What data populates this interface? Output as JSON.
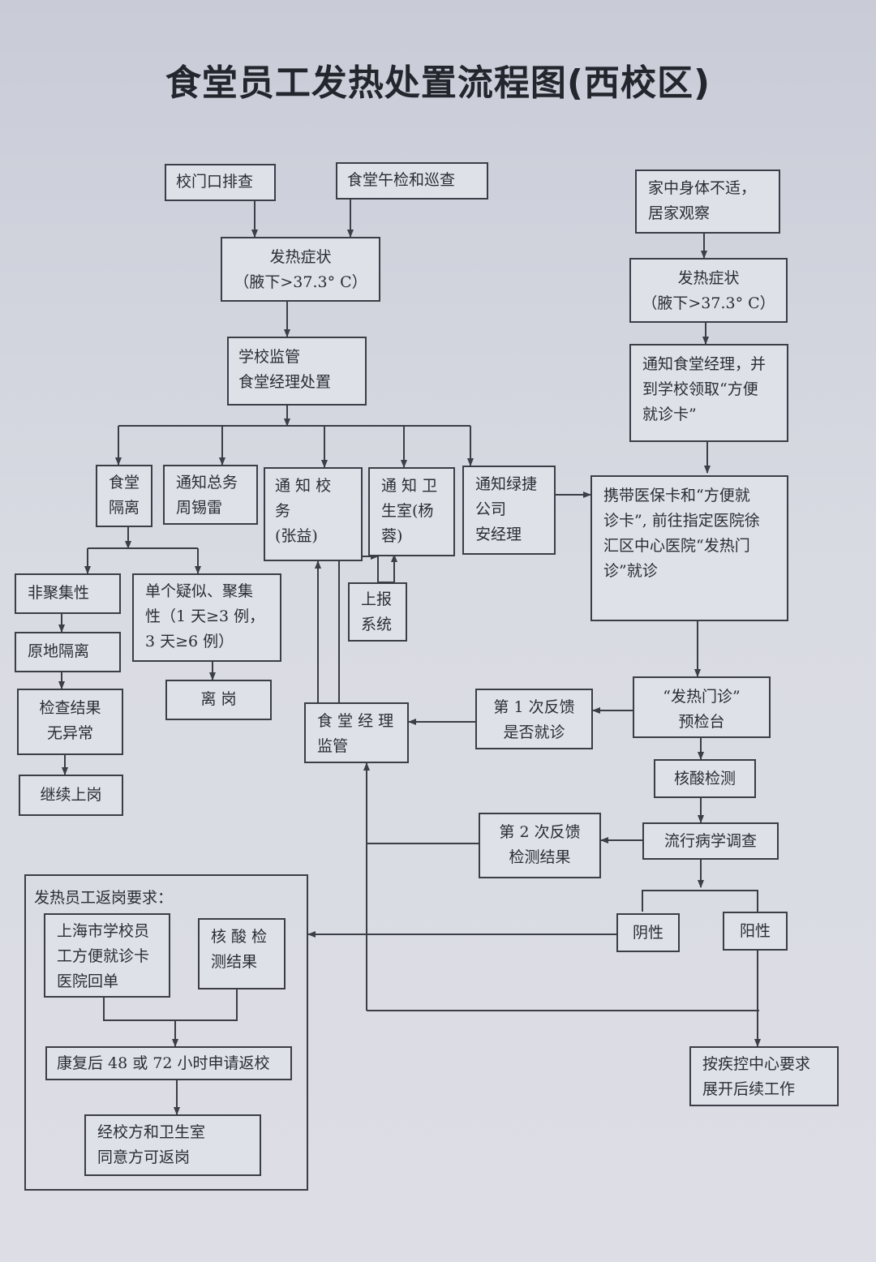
{
  "title": "食堂员工发热处置流程图(西校区)",
  "nodes": {
    "gate_check": "校门口排查",
    "noon_check": "食堂午检和巡查",
    "fever_left": "发热症状\n（腋下>37.3°  C）",
    "school_supervision": "学校监管\n食堂经理处置",
    "canteen_isolation": "食堂\n隔离",
    "notify_general": "通知总务\n周锡雷",
    "notify_affairs": "通 知 校 务\n(张益)",
    "notify_clinic": "通 知 卫\n生室(杨\n蓉)",
    "report_system": "上报\n系统",
    "notify_lvjie": "通知绿捷\n公司\n安经理",
    "non_cluster": "非聚集性",
    "cluster": "单个疑似、聚集\n性（1 天≥3 例，\n3 天≥6 例）",
    "isolate_in_place": "原地隔离",
    "leave_post": "离   岗",
    "result_normal": "检查结果\n无异常",
    "continue_work": "继续上岗",
    "home_unwell": "家中身体不适，\n居家观察",
    "fever_right": "发热症状\n（腋下>37.3°  C）",
    "notify_manager": "通知食堂经理，并\n到学校领取“方便\n就诊卡”",
    "go_hospital": "携带医保卡和“方便就\n诊卡”, 前往指定医院徐\n汇区中心医院“发热门\n诊”就诊",
    "fever_clinic": "“发热门诊”\n预检台",
    "feedback1": "第 1 次反馈\n是否就诊",
    "canteen_manager": "食 堂 经 理\n监管",
    "nucleic_test": "核酸检测",
    "epidemiology": "流行病学调查",
    "feedback2": "第 2 次反馈\n检测结果",
    "negative": "阴性",
    "positive": "阳性",
    "cdc_followup": "按疾控中心要求\n展开后续工作"
  },
  "return_panel": {
    "title": "发热员工返岗要求：",
    "receipt": "上海市学校员\n工方便就诊卡\n医院回单",
    "nucleic_result": "核 酸 检\n测结果",
    "apply_return": "康复后 48 或 72 小时申请返校",
    "approve": "经校方和卫生室\n同意方可返岗"
  },
  "colors": {
    "line": "#3b3d47",
    "box_fill": "#dfe1e8",
    "paper": "#d6d8e0"
  }
}
